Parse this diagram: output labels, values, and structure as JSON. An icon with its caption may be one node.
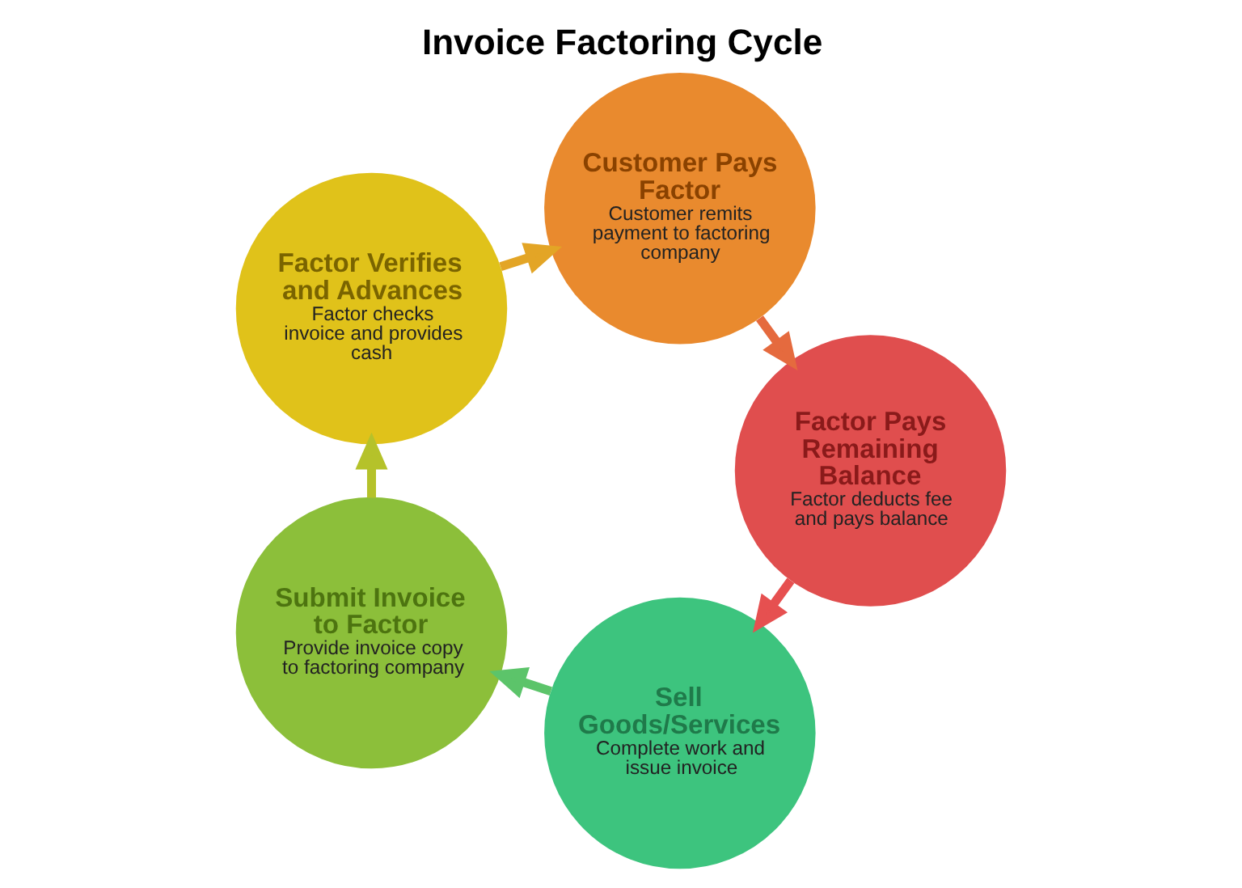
{
  "diagram": {
    "title": "Invoice Factoring Cycle",
    "nodes": [
      {
        "text": [
          "Sell Goods/Services",
          "Complete work and issue invoice"
        ]
      },
      {
        "text": [
          "Submit Invoice to Factor",
          "Provide invoice copy to factoring company"
        ]
      },
      {
        "text": [
          "Factor Verifies and Advances",
          "Factor checks invoice and provides cash"
        ]
      },
      {
        "text": [
          "Customer Pays Factor",
          "Customer remits payment to factoring company"
        ]
      },
      {
        "text": [
          "Factor Pays Remaining Balance",
          "Factor deducts fee and pays balance"
        ]
      }
    ],
    "edges": [
      {
        "from": 0,
        "to": 1,
        "arrow": "to",
        "color": "#5cc46a"
      },
      {
        "from": 1,
        "to": 2,
        "arrow": "to",
        "color": "#b5c22a"
      },
      {
        "from": 2,
        "to": 3,
        "arrow": "to",
        "color": "#e3a526"
      },
      {
        "from": 3,
        "to": 4,
        "arrow": "to",
        "color": "#e56a3e"
      },
      {
        "from": 4,
        "to": 0,
        "arrow": "to",
        "color": "#e65050"
      }
    ]
  }
}
